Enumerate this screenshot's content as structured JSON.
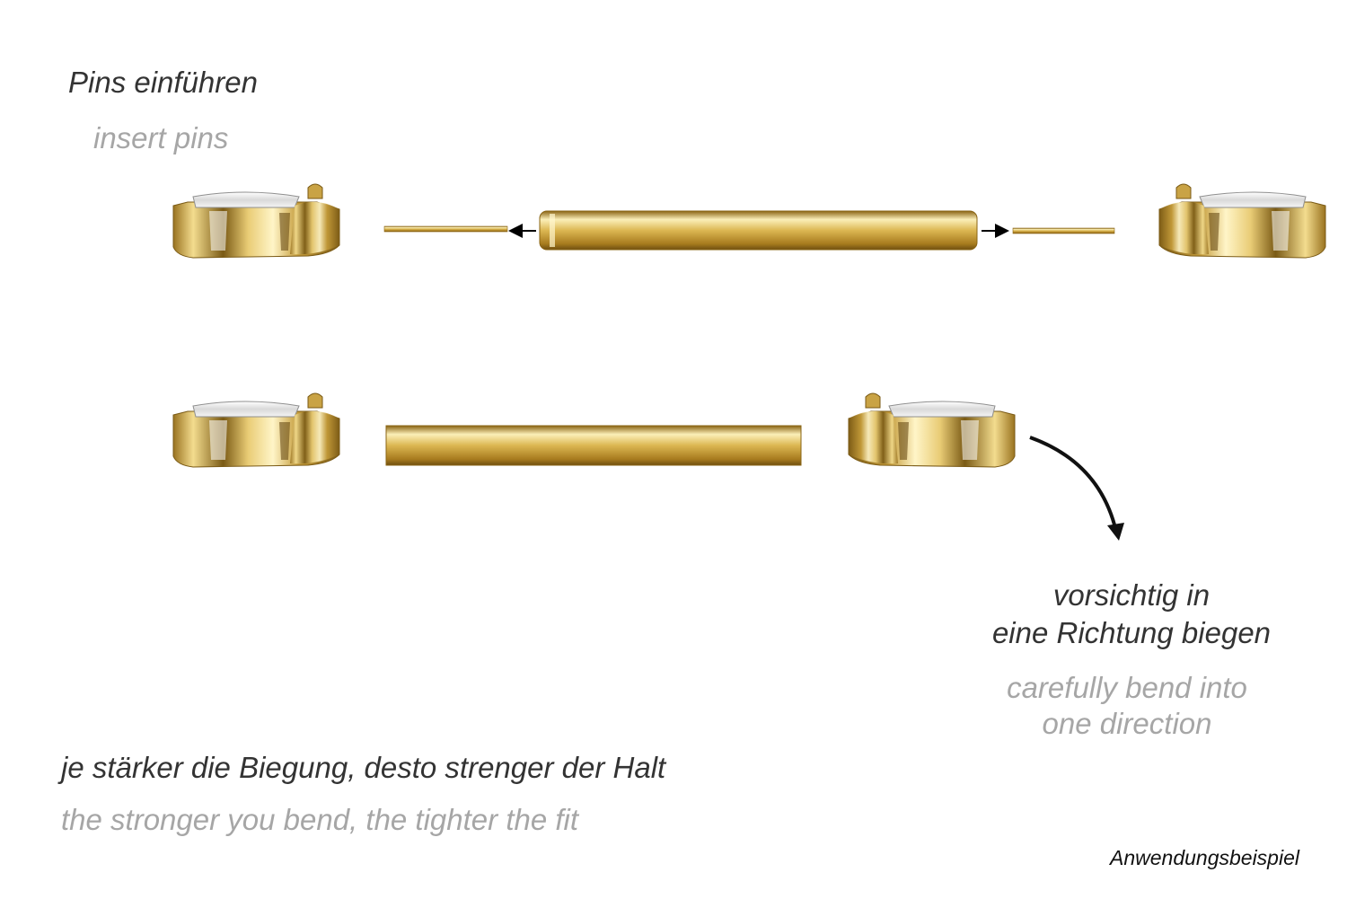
{
  "labels": {
    "insert_de": "Pins einführen",
    "insert_en": "insert pins",
    "bend_de_1": "vorsichtig in",
    "bend_de_2": "eine Richtung biegen",
    "bend_en_1": "carefully bend into",
    "bend_en_2": "one direction",
    "fit_de": "je stärker die Biegung, desto strenger der Halt",
    "fit_en": "the stronger you bend, the tighter the fit",
    "note": "Anwendungsbeispiel"
  },
  "colors": {
    "gold_light": "#f7e7a6",
    "gold_mid": "#dcb752",
    "gold_dark": "#8a6414",
    "text_dark": "#333333",
    "text_light": "#a6a6a6",
    "arrow": "#000000"
  }
}
